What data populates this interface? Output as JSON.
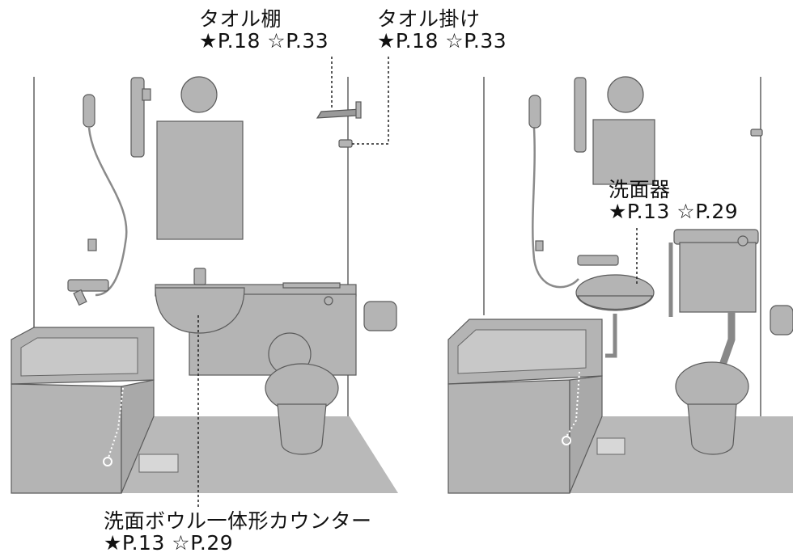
{
  "colors": {
    "fixture": "#b4b4b4",
    "fixture_dark": "#a9a9a9",
    "floor": "#b9b9b9",
    "outline": "#5a5a5a",
    "leader_line": "#222222",
    "text": "#111111"
  },
  "labels": {
    "towel_shelf": {
      "name": "タオル棚",
      "ref": "★P.18 ☆P.33"
    },
    "towel_bar": {
      "name": "タオル掛け",
      "ref": "★P.18 ☆P.33"
    },
    "washbasin": {
      "name": "洗面器",
      "ref": "★P.13 ☆P.29"
    },
    "integrated_counter": {
      "name": "洗面ボウル一体形カウンター",
      "ref": "★P.13 ☆P.29"
    }
  }
}
